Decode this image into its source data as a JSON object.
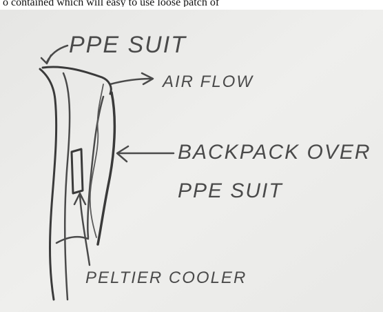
{
  "top_text": "o contained which will easy to use loose patch of",
  "colors": {
    "paper": "#ececea",
    "ink": "#4a4a4a",
    "ink_dark": "#3a3a3a"
  },
  "labels": {
    "ppe_suit_top": "PPE SUIT",
    "air_flow": "AIR FLOW",
    "backpack_line1": "BACKPACK OVER",
    "backpack_line2": "PPE SUIT",
    "peltier": "PELTIER COOLER"
  }
}
